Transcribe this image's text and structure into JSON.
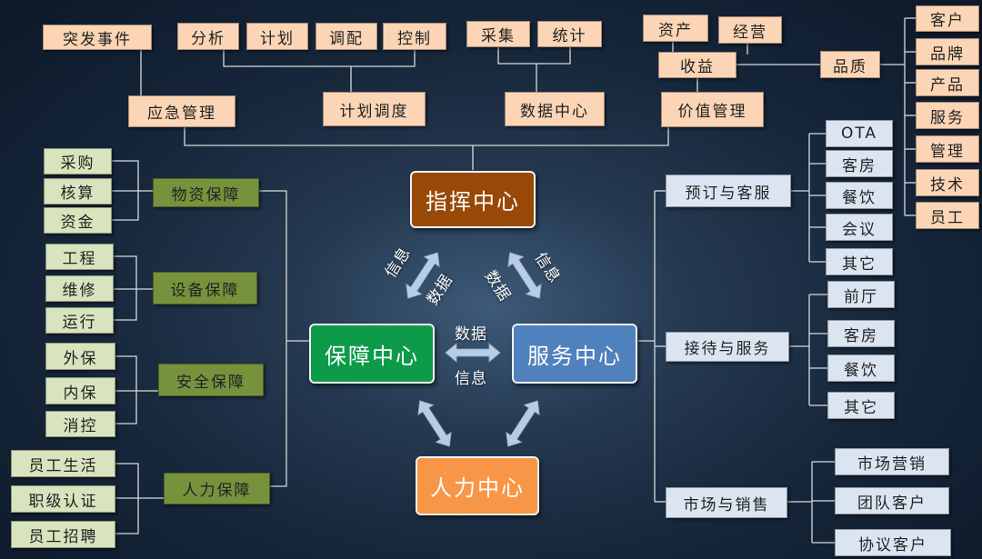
{
  "hubs": {
    "command": "指挥中心",
    "support": "保障中心",
    "service": "服务中心",
    "hr": "人力中心"
  },
  "flow_labels": {
    "info": "信息",
    "data": "数据"
  },
  "top": {
    "emergency": "应急管理",
    "emergency_children": [
      "突发事件"
    ],
    "plan_dispatch": "计划调度",
    "plan_dispatch_children": [
      "分析",
      "计划",
      "调配",
      "控制"
    ],
    "data_center": "数据中心",
    "data_center_children": [
      "采集",
      "统计"
    ],
    "value_mgmt": "价值管理",
    "value_children": [
      "资产",
      "经营"
    ],
    "revenue": "收益",
    "quality": "品质",
    "quality_children": [
      "客户",
      "品牌",
      "产品",
      "服务",
      "管理",
      "技术",
      "员工"
    ]
  },
  "support": {
    "material": "物资保障",
    "material_children": [
      "采购",
      "核算",
      "资金"
    ],
    "equipment": "设备保障",
    "equipment_children": [
      "工程",
      "维修",
      "运行"
    ],
    "safety": "安全保障",
    "safety_children": [
      "外保",
      "内保",
      "消控"
    ],
    "manpower": "人力保障",
    "manpower_children": [
      "员工生活",
      "职级认证",
      "员工招聘"
    ]
  },
  "service": {
    "booking": "预订与客服",
    "booking_children": [
      "OTA",
      "客房",
      "餐饮",
      "会议",
      "其它"
    ],
    "reception": "接待与服务",
    "reception_children": [
      "前厅",
      "客房",
      "餐饮",
      "其它"
    ],
    "marketing": "市场与销售",
    "marketing_children": [
      "市场营销",
      "团队客户",
      "协议客户"
    ]
  },
  "colors": {
    "peach": "#fbd5b5",
    "light_green": "#d7e4bd",
    "olive": "#76923c",
    "light_blue": "#dbe5f1",
    "command": "#984807",
    "support": "#0d9b4a",
    "service": "#4f81bd",
    "hr": "#f79646",
    "arrow": "#b8cce4"
  }
}
